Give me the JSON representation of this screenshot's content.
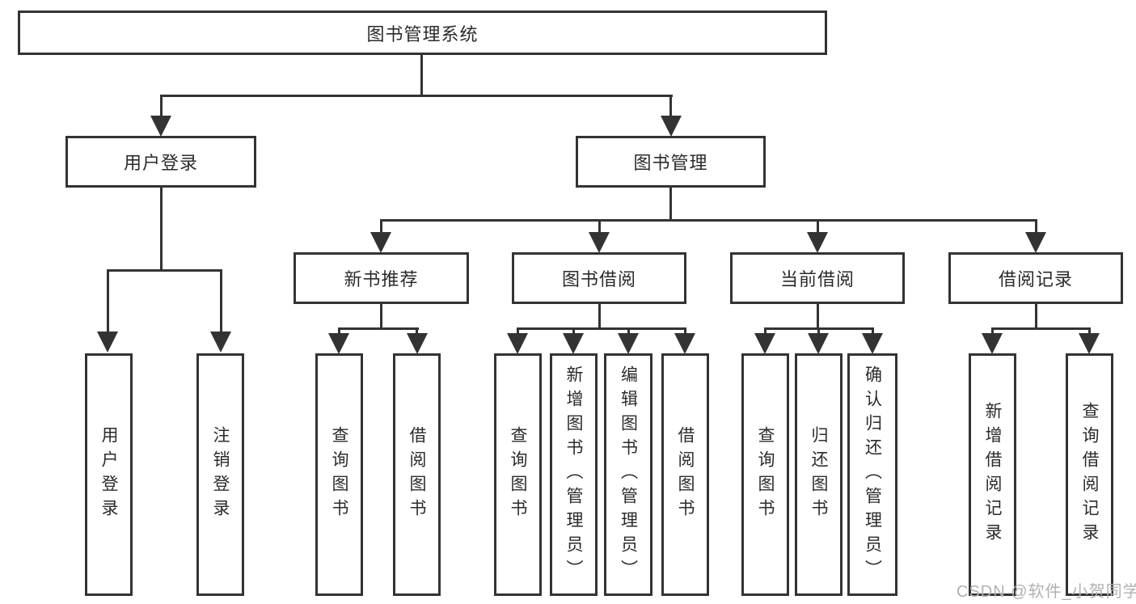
{
  "tree": {
    "root": {
      "label": "图书管理系统"
    },
    "branches": [
      {
        "label": "用户登录",
        "children": [
          {
            "label": "用户登录"
          },
          {
            "label": "注销登录"
          }
        ]
      },
      {
        "label": "图书管理",
        "children": [
          {
            "label": "新书推荐",
            "children": [
              {
                "label": "查询图书"
              },
              {
                "label": "借阅图书"
              }
            ]
          },
          {
            "label": "图书借阅",
            "children": [
              {
                "label": "查询图书"
              },
              {
                "label": "新增图书（管理员）"
              },
              {
                "label": "编辑图书（管理员）"
              },
              {
                "label": "借阅图书"
              }
            ]
          },
          {
            "label": "当前借阅",
            "children": [
              {
                "label": "查询图书"
              },
              {
                "label": "归还图书"
              },
              {
                "label": "确认归还（管理员）"
              }
            ]
          },
          {
            "label": "借阅记录",
            "children": [
              {
                "label": "新增借阅记录"
              },
              {
                "label": "查询借阅记录"
              }
            ]
          }
        ]
      }
    ]
  },
  "watermark": {
    "text": "CSDN @软件_小贺同学"
  },
  "colors": {
    "line": "#333333",
    "box_background": "#ffffff",
    "page_background": "#ffffff",
    "watermark": "#b1b1b1"
  }
}
